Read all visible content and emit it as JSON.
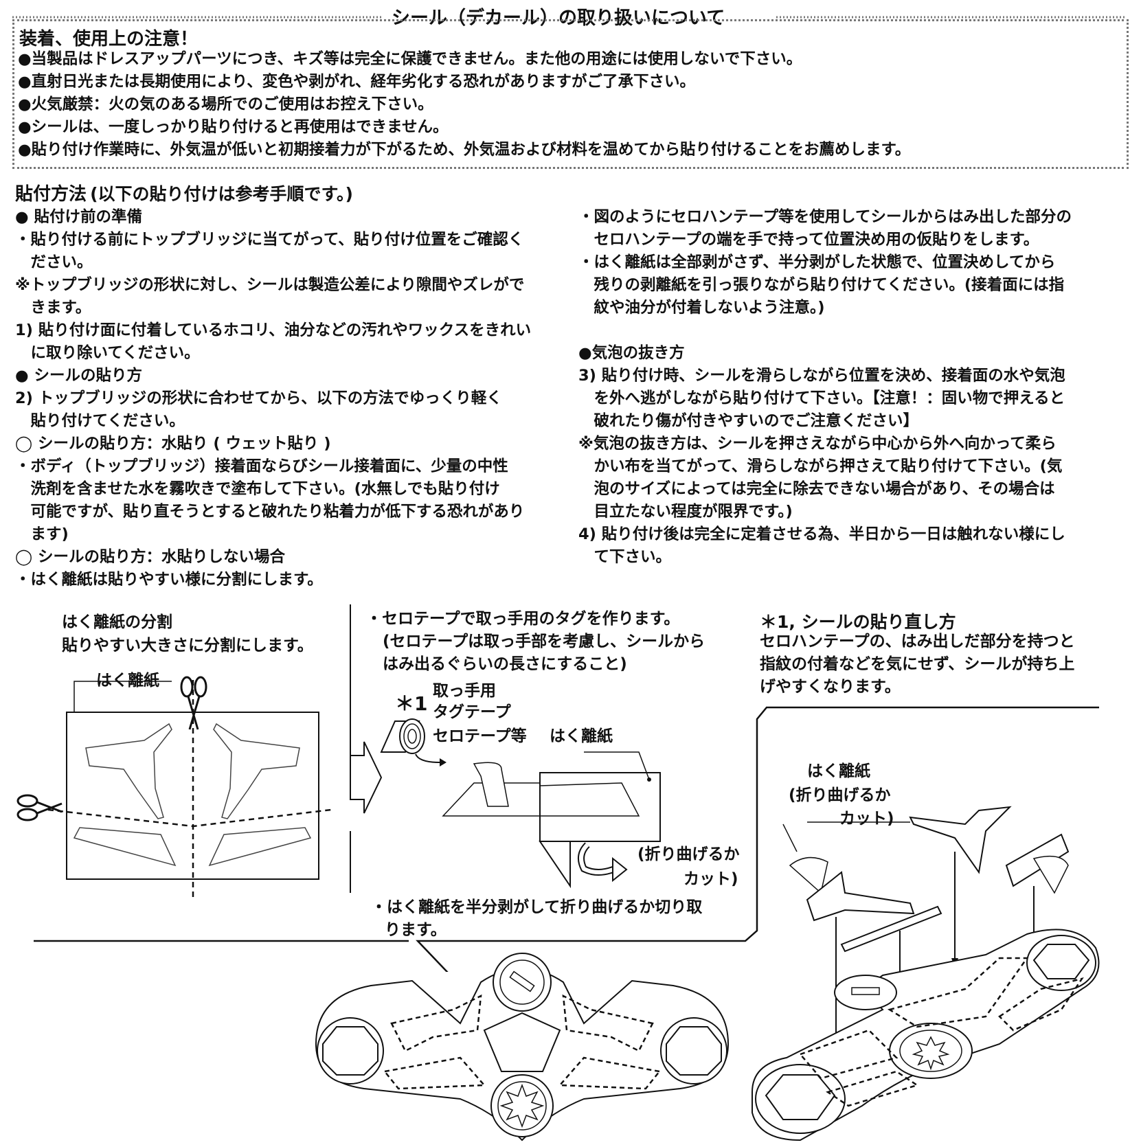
{
  "header": {
    "title": "シール（デカール）の取り扱いについて"
  },
  "caution": {
    "heading": "装着、使用上の注意！",
    "items": [
      "●当製品はドレスアップパーツにつき、キズ等は完全に保護できません。また他の用途には使用しないで下さい。",
      "●直射日光または長期使用により、変色や剥がれ、経年劣化する恐れがありますがご了承下さい。",
      "●火気厳禁：火の気のある場所でのご使用はお控え下さい。",
      "●シールは、一度しっかり貼り付けると再使用はできません。",
      "●貼り付け作業時に、外気温が低いと初期接着力が下がるため、外気温および材料を温めてから貼り付けることをお薦めします。"
    ]
  },
  "method": {
    "heading": "貼付方法",
    "heading_sub": "(以下の貼り付けは参考手順です。)",
    "left_lines": [
      "● 貼付け前の準備",
      "・貼り付ける前にトップブリッジに当てがって、貼り付け位置をご確認く",
      "　ださい。",
      "※トップブリッジの形状に対し、シールは製造公差により隙間やズレがで",
      "　きます。",
      "1) 貼り付け面に付着しているホコリ、油分などの汚れやワックスをきれい",
      "　に取り除いてください。",
      "● シールの貼り方",
      "2) トップブリッジの形状に合わせてから、以下の方法でゆっくり軽く",
      "　貼り付けてください。",
      "◯ シールの貼り方：水貼り ( ウェット貼り )",
      "・ボディ（トップブリッジ）接着面ならびシール接着面に、少量の中性",
      "　洗剤を含ませた水を霧吹きで塗布して下さい。(水無しでも貼り付け",
      "　可能ですが、貼り直そうとすると破れたり粘着力が低下する恐れがあり",
      "　ます)",
      "◯ シールの貼り方：水貼りしない場合",
      "・はく離紙は貼りやすい様に分割にします。"
    ],
    "right_lines": [
      "・図のようにセロハンテープ等を使用してシールからはみ出した部分の",
      "　セロハンテープの端を手で持って位置決め用の仮貼りをします。",
      "・はく離紙は全部剥がさず、半分剥がした状態で、位置決めしてから",
      "　残りの剥離紙を引っ張りながら貼り付けてください。(接着面には指",
      "　紋や油分が付着しないよう注意。)",
      "",
      "●気泡の抜き方",
      "3) 貼り付け時、シールを滑らしながら位置を決め、接着面の水や気泡",
      "　を外へ逃がしながら貼り付けて下さい。【注意！：固い物で押えると",
      "　破れたり傷が付きやすいのでご注意ください】",
      "※気泡の抜き方は、シールを押さえながら中心から外へ向かって柔ら",
      "　かい布を当てがって、滑らしながら押さえて貼り付けて下さい。(気",
      "　泡のサイズによっては完全に除去できない場合があり、その場合は",
      "　目立たない程度が限界です。)",
      "4) 貼り付け後は完全に定着させる為、半日から一日は触れない様にし",
      "　て下さい。"
    ]
  },
  "figure": {
    "split_title": "はく離紙の分割",
    "split_desc": "貼りやすい大きさに分割にします。",
    "release_paper": "はく離紙",
    "tape_note_1": "・セロテープで取っ手用のタグを作ります。",
    "tape_note_2": "(セロテープは取っ手部を考慮し、シールから",
    "tape_note_3": "はみ出るぐらいの長さにすること)",
    "star1": "＊1",
    "tag_label_1": "取っ手用",
    "tag_label_2": "タグテープ",
    "tape_label": "セロテープ等",
    "fold_cut_1": "(折り曲げるか",
    "fold_cut_2": "カット)",
    "peel_note_1": "・はく離紙を半分剥がして折り曲げるか切り取",
    "peel_note_2": "ります。",
    "reapply_title": "＊1, シールの貼り直し方",
    "reapply_1": "セロハンテープの、はみ出しだ部分を持つと",
    "reapply_2": "指紋の付着などを気にせず、シールが持ち上",
    "reapply_3": "げやすくなります。",
    "fold_cut_b1": "(折り曲げるか",
    "fold_cut_b2": "カット)"
  }
}
